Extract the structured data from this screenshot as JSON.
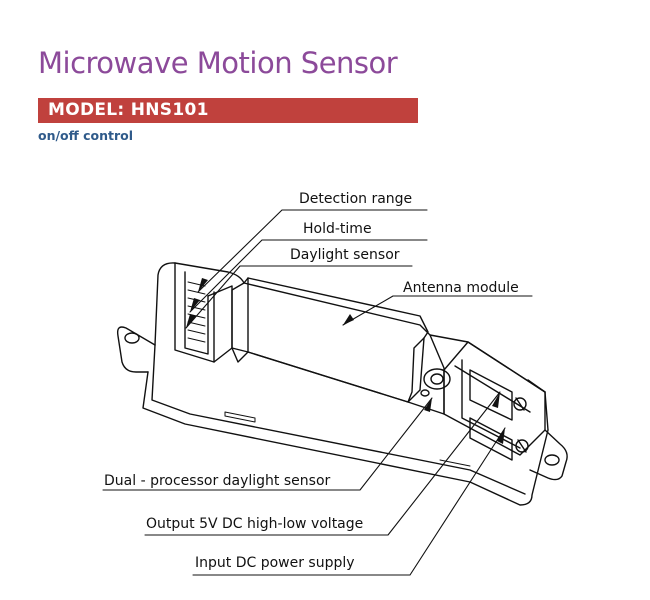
{
  "header": {
    "title": "Microwave Motion Sensor",
    "model": "MODEL: HNS101",
    "subtitle": "on/off control"
  },
  "callouts": {
    "detection_range": "Detection range",
    "hold_time": "Hold-time",
    "daylight_sensor": "Daylight sensor",
    "antenna_module": "Antenna module",
    "dual_processor": "Dual - processor daylight sensor",
    "output_voltage": "Output 5V DC high-low voltage",
    "input_power": "Input DC power supply"
  },
  "colors": {
    "title": "#8c4a9a",
    "model_bar": "#c0413d",
    "subtitle": "#2f5a8a"
  }
}
